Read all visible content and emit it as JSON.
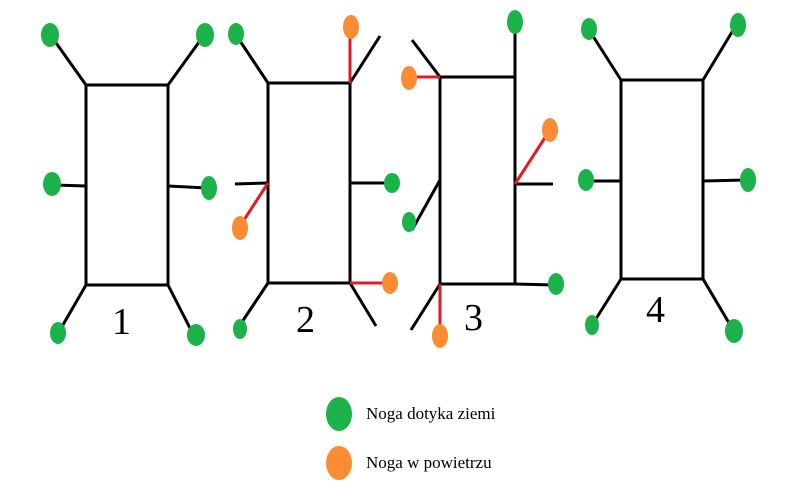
{
  "colors": {
    "ground": "#1bb24a",
    "air": "#fb8c33",
    "lifted_leg": "#e01b24",
    "outline": "#000000"
  },
  "diagrams": [
    {
      "number": "1"
    },
    {
      "number": "2"
    },
    {
      "number": "3"
    },
    {
      "number": "4"
    }
  ],
  "legend": {
    "ground_label": "Noga dotyka ziemi",
    "air_label": "Noga w powietrzu"
  }
}
